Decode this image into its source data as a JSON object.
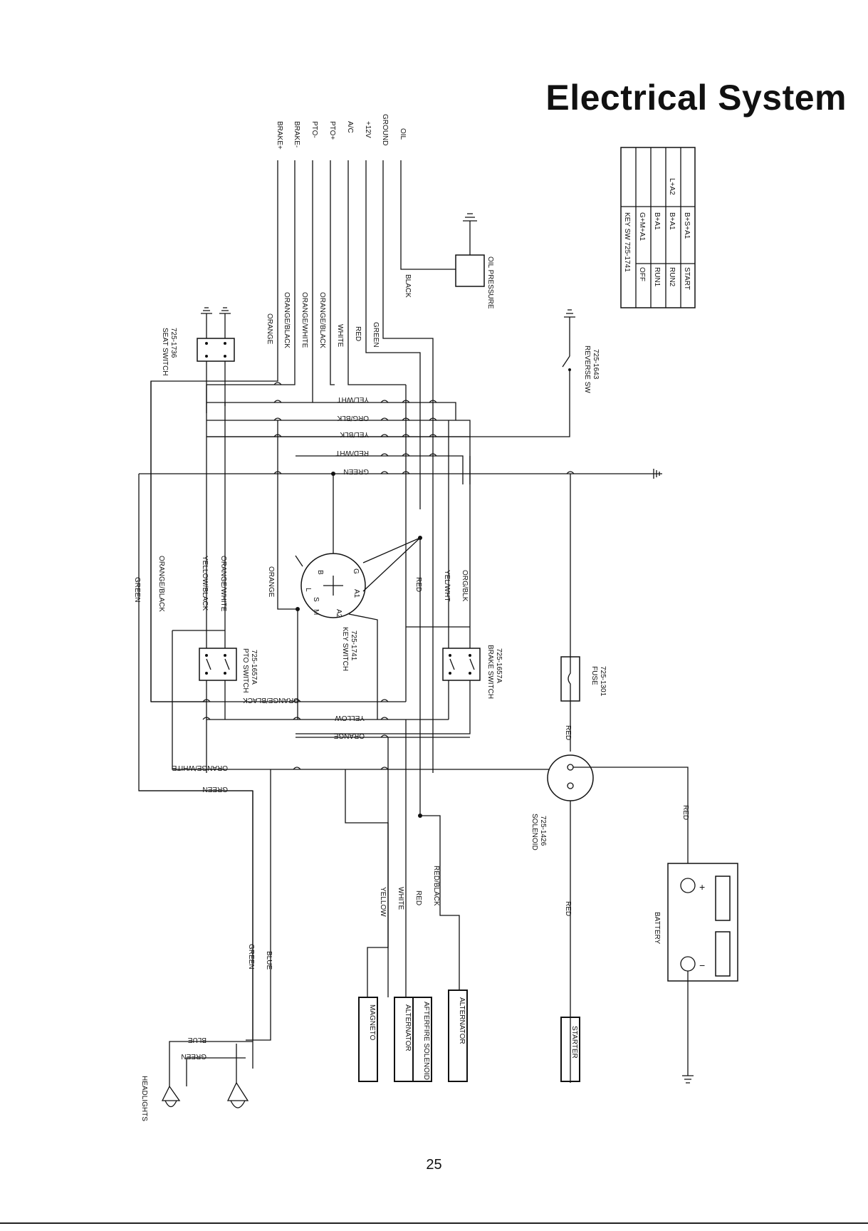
{
  "title": "Electrical System",
  "page_number": "25",
  "key_switch_table": {
    "header": "KEY SW 725-1741",
    "rows": [
      {
        "position": "OFF",
        "contacts": "G+M+A1",
        "extra": ""
      },
      {
        "position": "RUN1",
        "contacts": "B+A1",
        "extra": ""
      },
      {
        "position": "RUN2",
        "contacts": "B+A1",
        "extra": "L+A2"
      },
      {
        "position": "START",
        "contacts": "B+S+A1",
        "extra": ""
      }
    ]
  },
  "connector_pins": [
    "BRAKE+",
    "BRAKE-",
    "PTO-",
    "PTO+",
    "A/C",
    "+12V",
    "GROUND",
    "OIL"
  ],
  "wire_labels": {
    "top_group": [
      "ORANGE",
      "ORANGE/BLACK",
      "ORANGE/WHITE",
      "ORANGE/BLACK",
      "WHITE",
      "RED",
      "GREEN"
    ],
    "bus_labels": [
      "YEL/WHT",
      "ORG/BLK",
      "YEL/BLK",
      "RED/WHT",
      "GREEN"
    ],
    "left_vertical": [
      "GREEN",
      "ORANGE/BLACK",
      "YELLOW/BLACK",
      "ORANGE/WHITE"
    ],
    "center": [
      "ORANGE",
      "RED",
      "YEL/WHT",
      "ORG/BLK"
    ],
    "lower_bus": [
      "ORANGE/BLACK",
      "YELLOW",
      "ORANGE",
      "ORANGE/WHITE",
      "GREEN"
    ],
    "bottom_vertical": [
      "YELLOW",
      "WHITE",
      "RED",
      "RED/BLACK"
    ],
    "headlight_wires": [
      "GREEN",
      "BLUE",
      "BLUE",
      "GREEN"
    ],
    "oil_wire": "BLACK",
    "right_wires": [
      "RED",
      "RED",
      "RED"
    ]
  },
  "components": {
    "seat_switch": {
      "name": "SEAT SWITCH",
      "part": "725-1736"
    },
    "oil_pressure": {
      "name": "OIL PRESSURE"
    },
    "reverse_switch": {
      "name": "REVERSE SW",
      "part": "725-1643"
    },
    "key_switch": {
      "name": "KEY SWITCH",
      "part": "725-1741",
      "terminals": [
        "B",
        "G",
        "S",
        "A1",
        "L",
        "M",
        "A2"
      ]
    },
    "pto_switch": {
      "name": "PTO SWITCH",
      "part": "725-1657A"
    },
    "brake_switch": {
      "name": "BRAKE SWITCH",
      "part": "725-1657A"
    },
    "fuse": {
      "name": "FUSE",
      "part": "725-1301"
    },
    "solenoid": {
      "name": "SOLENOID",
      "part": "725-1426"
    },
    "battery": {
      "name": "BATTERY",
      "plus": "+",
      "minus": "−"
    },
    "headlights": {
      "name": "HEADLIGHTS"
    },
    "magneto": {
      "name": "MAGNETO"
    },
    "alternator_1": {
      "name": "ALTERNATOR"
    },
    "afterfire_solenoid": {
      "name": "AFTERFIRE SOLENOID"
    },
    "alternator_2": {
      "name": "ALTERNATOR"
    },
    "starter": {
      "name": "STARTER"
    }
  }
}
